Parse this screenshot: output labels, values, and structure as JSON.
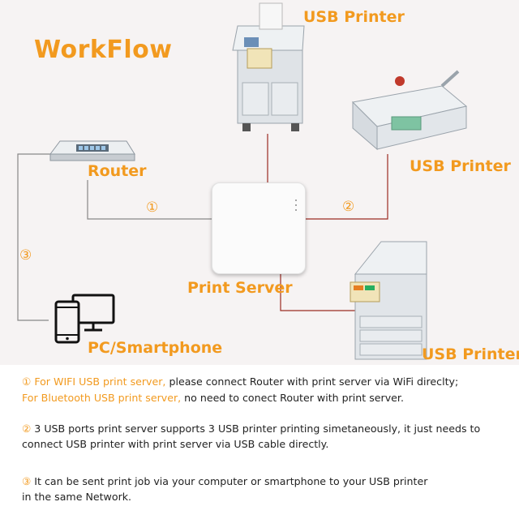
{
  "title": "WorkFlow",
  "labels": {
    "printer_top": "USB Printer",
    "printer_right": "USB Printer",
    "printer_bottom": "USB Printer",
    "router": "Router",
    "print_server": "Print Server",
    "pc_phone": "PC/Smartphone"
  },
  "markers": {
    "one": "①",
    "two": "②",
    "three": "③"
  },
  "notes": {
    "n1_marker": "①",
    "n1_highlight": "For WIFI USB print server,",
    "n1_text": " please connect Router with print server via WiFi direclty;",
    "n1b_highlight": "For Bluetooth USB print server,",
    "n1b_text": " no need to conect Router with print server.",
    "n2_marker": "②",
    "n2_line1": " 3 USB ports print server supports 3 USB printer printing simetaneously, it just needs to",
    "n2_line2": "connect USB printer with print server via USB cable directly.",
    "n3_marker": "③",
    "n3_line1": " It can be sent print job via your computer or smartphone to your USB printer",
    "n3_line2": "in the same Network."
  },
  "colors": {
    "accent": "#f29a1f",
    "grey_line": "#808080",
    "red_line": "#9b2b22"
  }
}
